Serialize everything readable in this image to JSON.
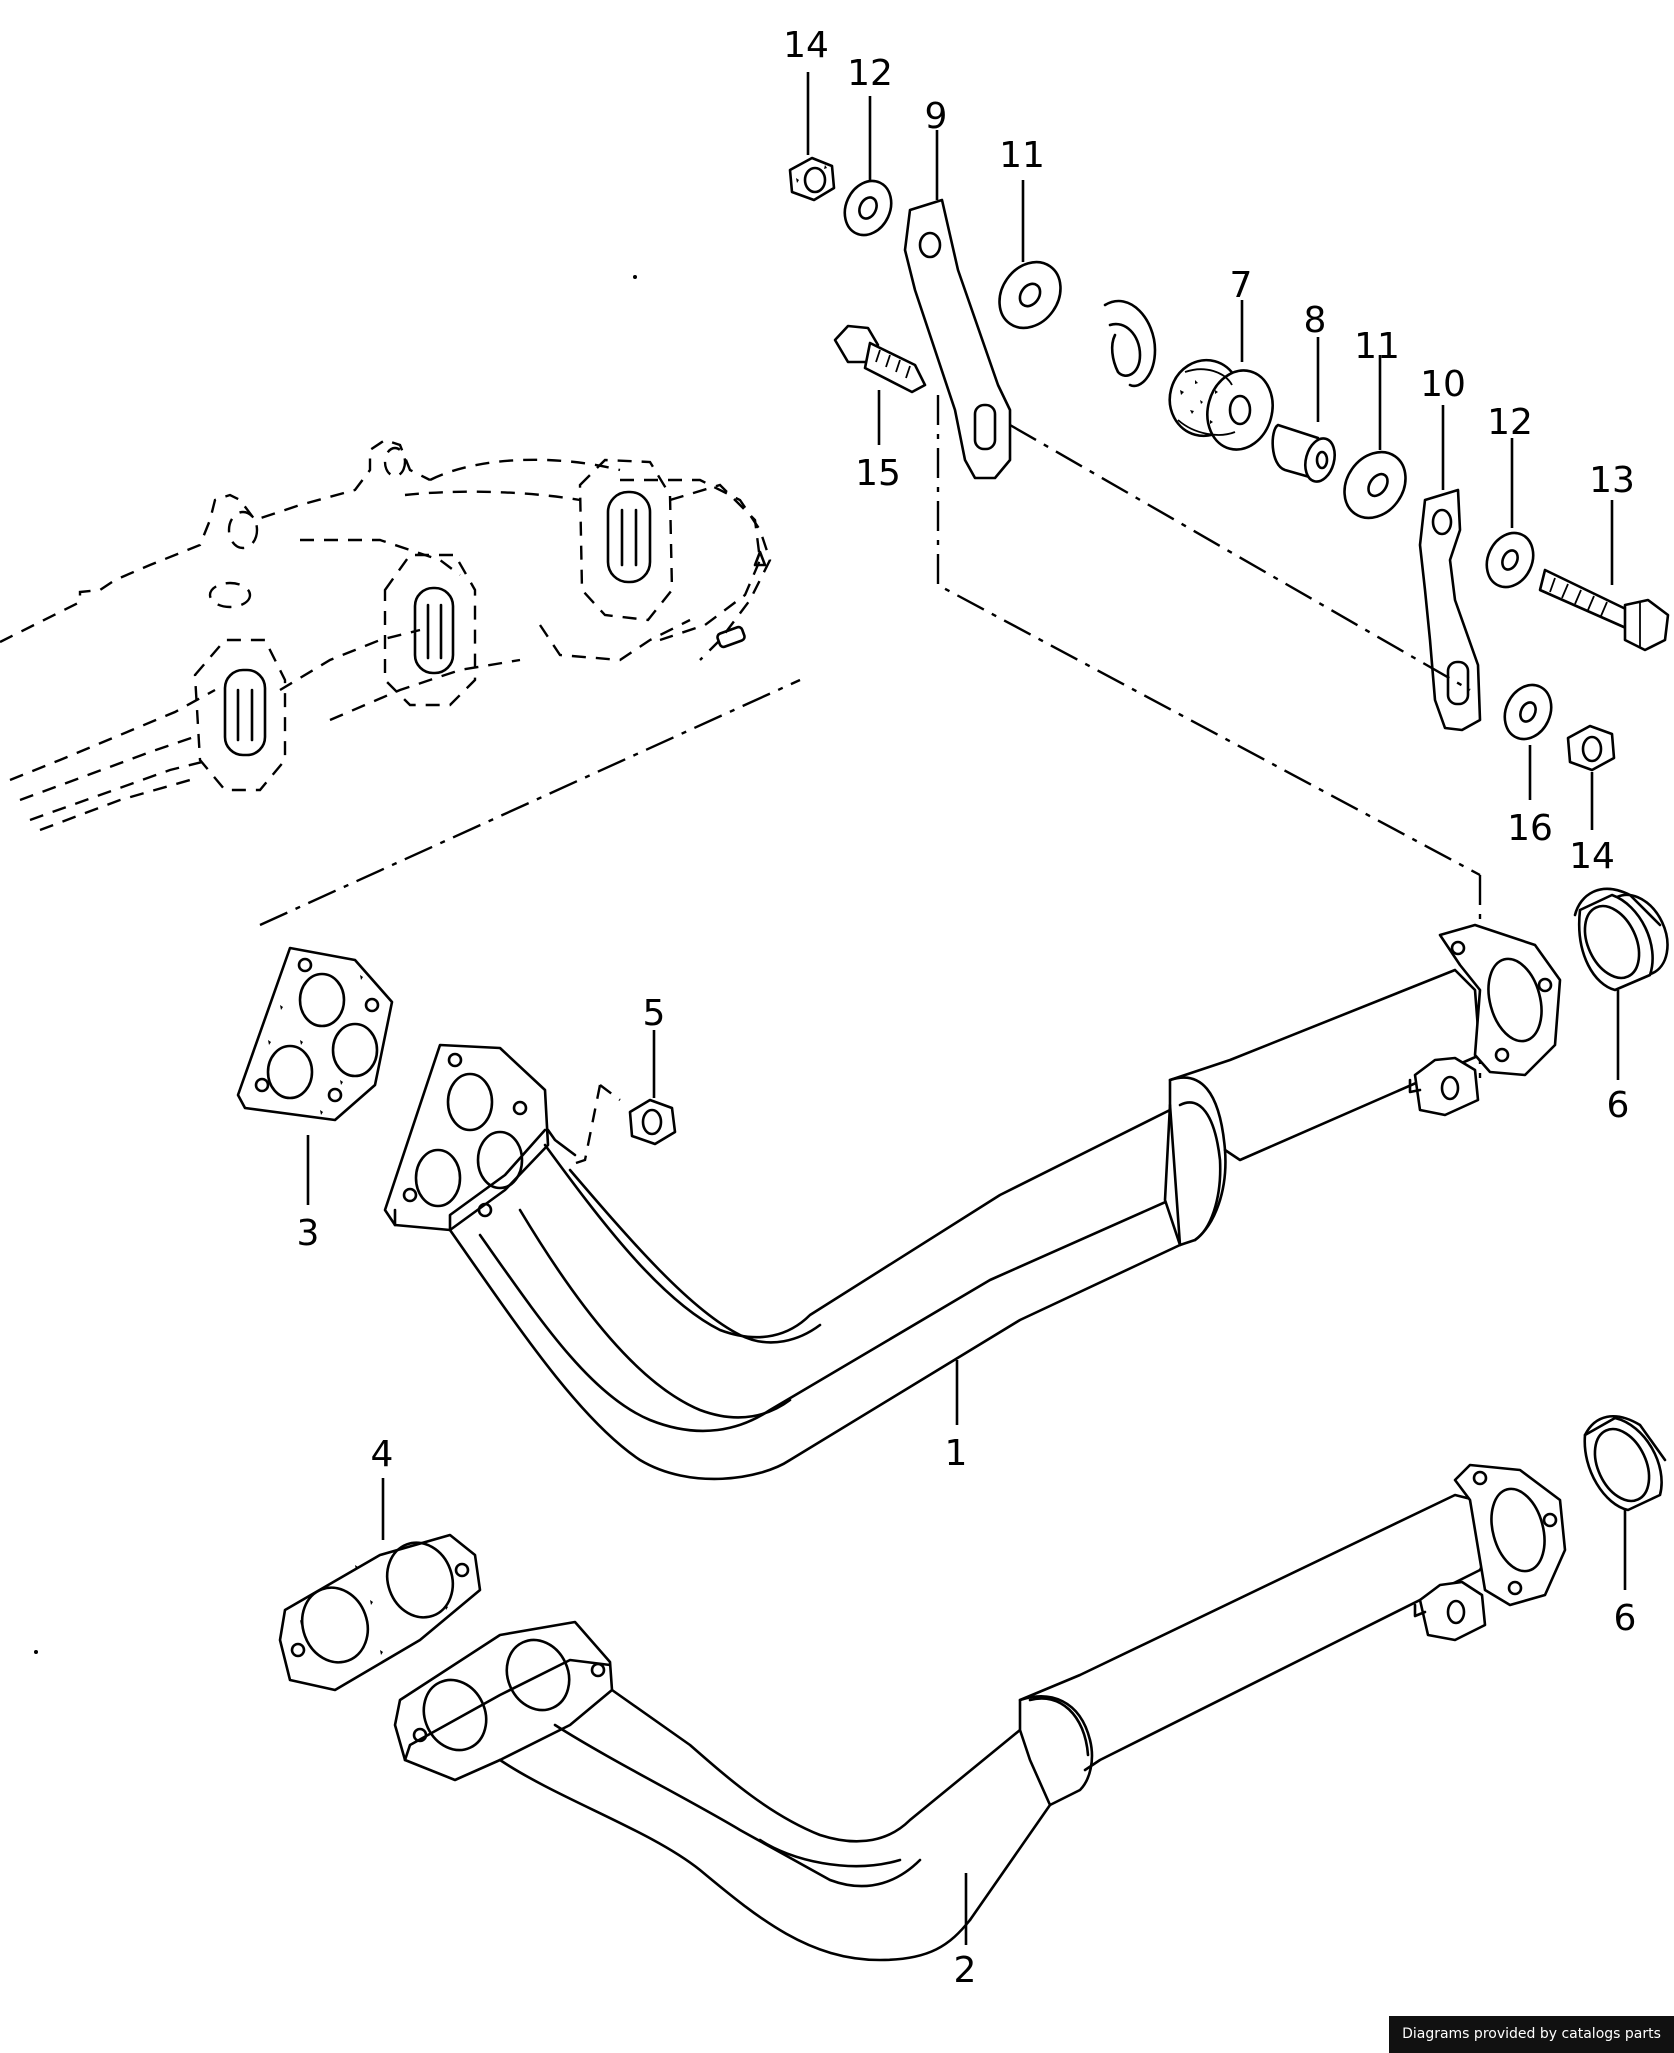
{
  "callouts": [
    {
      "id": "c14a",
      "text": "14"
    },
    {
      "id": "c12a",
      "text": "12"
    },
    {
      "id": "c9",
      "text": "9"
    },
    {
      "id": "c11a",
      "text": "11"
    },
    {
      "id": "c7",
      "text": "7"
    },
    {
      "id": "c8",
      "text": "8"
    },
    {
      "id": "c11b",
      "text": "11"
    },
    {
      "id": "c10",
      "text": "10"
    },
    {
      "id": "c12b",
      "text": "12"
    },
    {
      "id": "c13",
      "text": "13"
    },
    {
      "id": "c15",
      "text": "15"
    },
    {
      "id": "c16",
      "text": "16"
    },
    {
      "id": "c14b",
      "text": "14"
    },
    {
      "id": "c6a",
      "text": "6"
    },
    {
      "id": "c5",
      "text": "5"
    },
    {
      "id": "c3",
      "text": "3"
    },
    {
      "id": "c1",
      "text": "1"
    },
    {
      "id": "c4",
      "text": "4"
    },
    {
      "id": "c6b",
      "text": "6"
    },
    {
      "id": "c2",
      "text": "2"
    }
  ],
  "credit": "Diagrams provided by catalogs parts"
}
